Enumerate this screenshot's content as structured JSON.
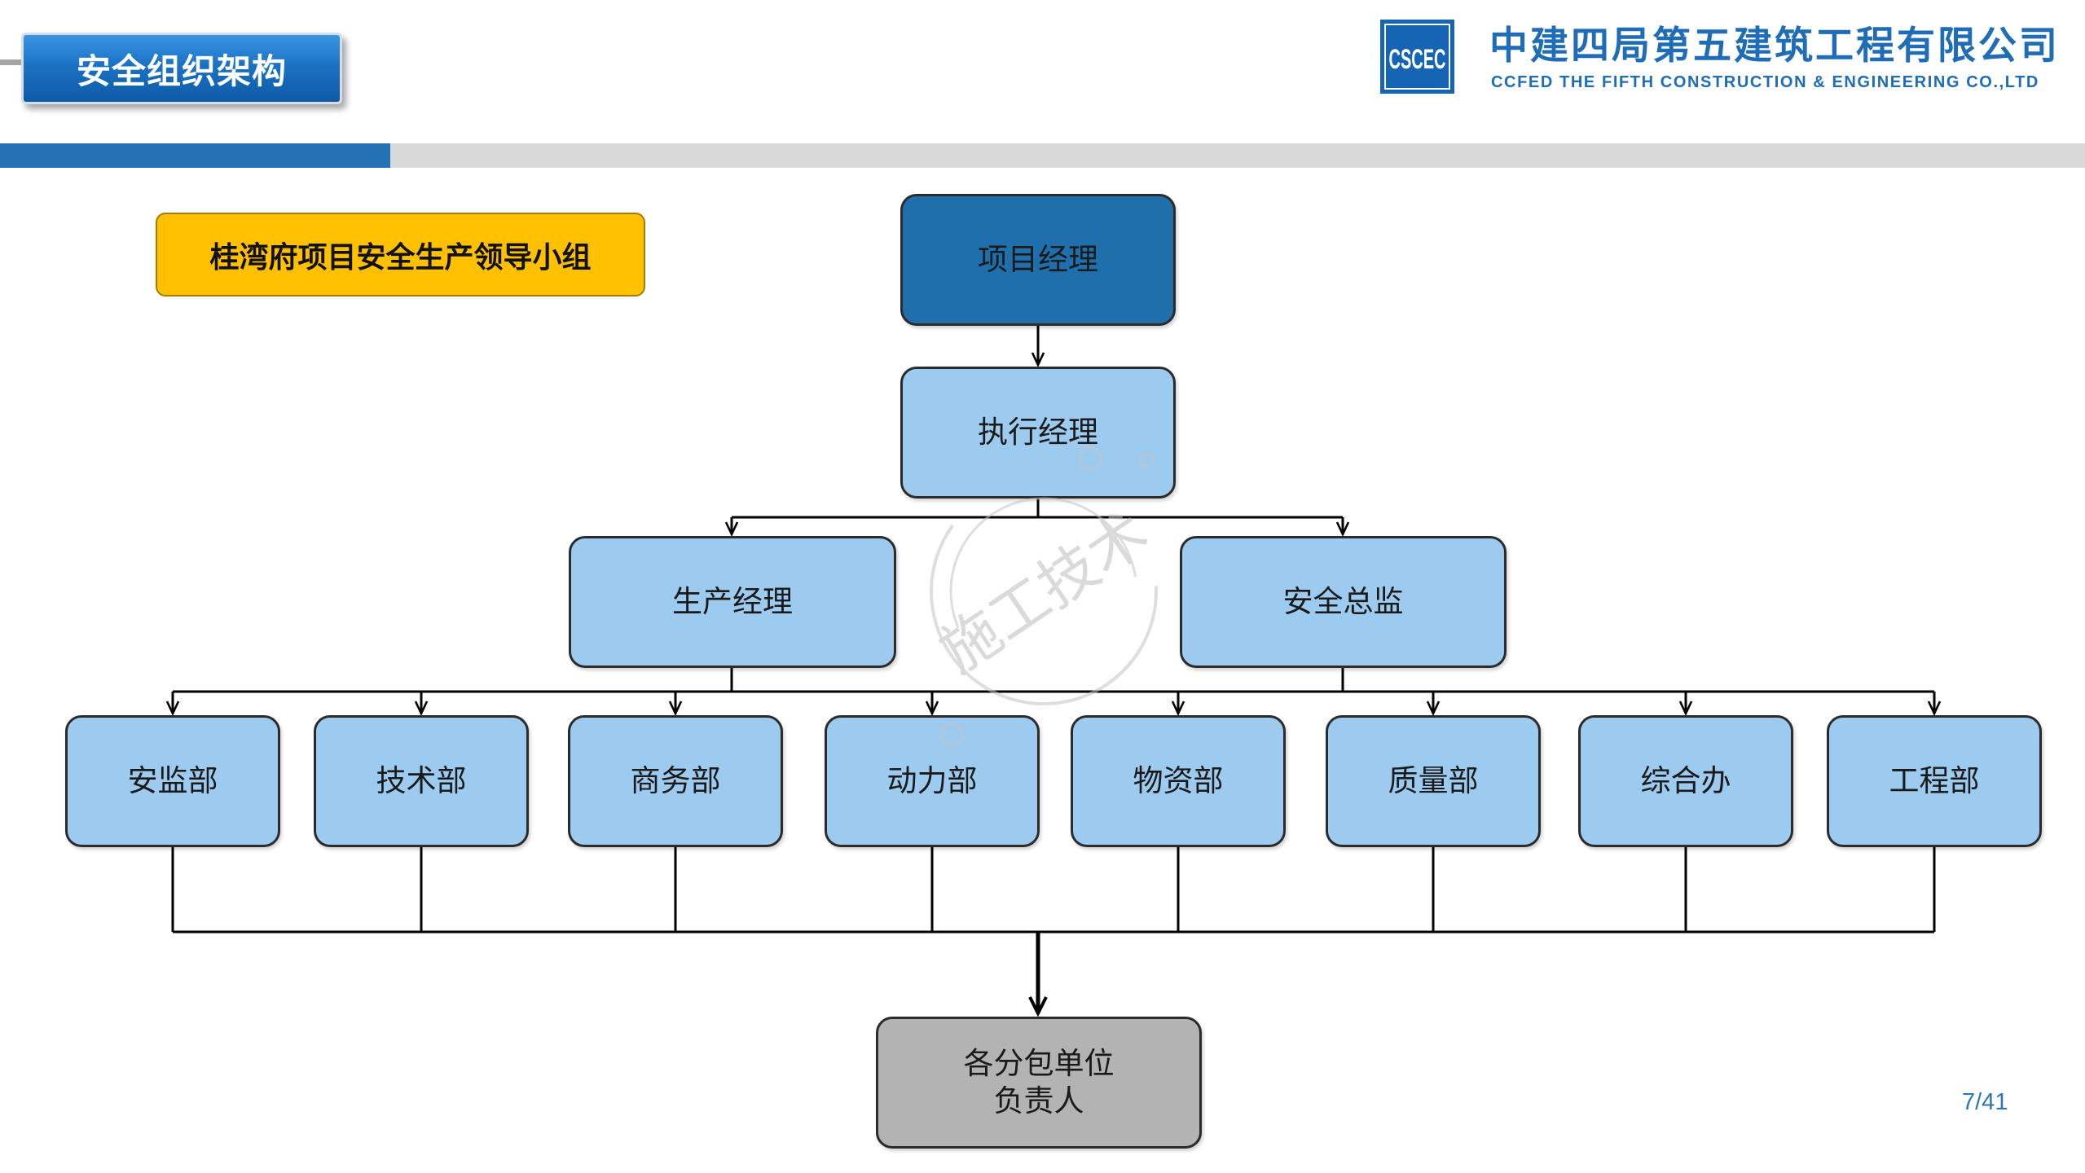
{
  "slide": {
    "title": "安全组织架构",
    "page_number": "7/41",
    "progress_fraction": 0.187
  },
  "company": {
    "logo_text": "CSCEC",
    "name_cn": "中建四局第五建筑工程有限公司",
    "name_en": "CCFED THE FIFTH CONSTRUCTION & ENGINEERING CO.,LTD"
  },
  "group_label": "桂湾府项目安全生产领导小组",
  "org_chart": {
    "level1": "项目经理",
    "level2": "执行经理",
    "level3": [
      "生产经理",
      "安全总监"
    ],
    "departments": [
      "安监部",
      "技术部",
      "商务部",
      "动力部",
      "物资部",
      "质量部",
      "综合办",
      "工程部"
    ],
    "bottom": {
      "line1": "各分包单位",
      "line2": "负责人"
    }
  },
  "watermark": "施工技术",
  "colors": {
    "accent_blue": "#1f6db6",
    "top_box": "#1f6fad",
    "light_box": "#9dcbef",
    "group_label_bg": "#ffc000",
    "bottom_box": "#b3b3b3",
    "progress_fill": "#2471b3"
  }
}
